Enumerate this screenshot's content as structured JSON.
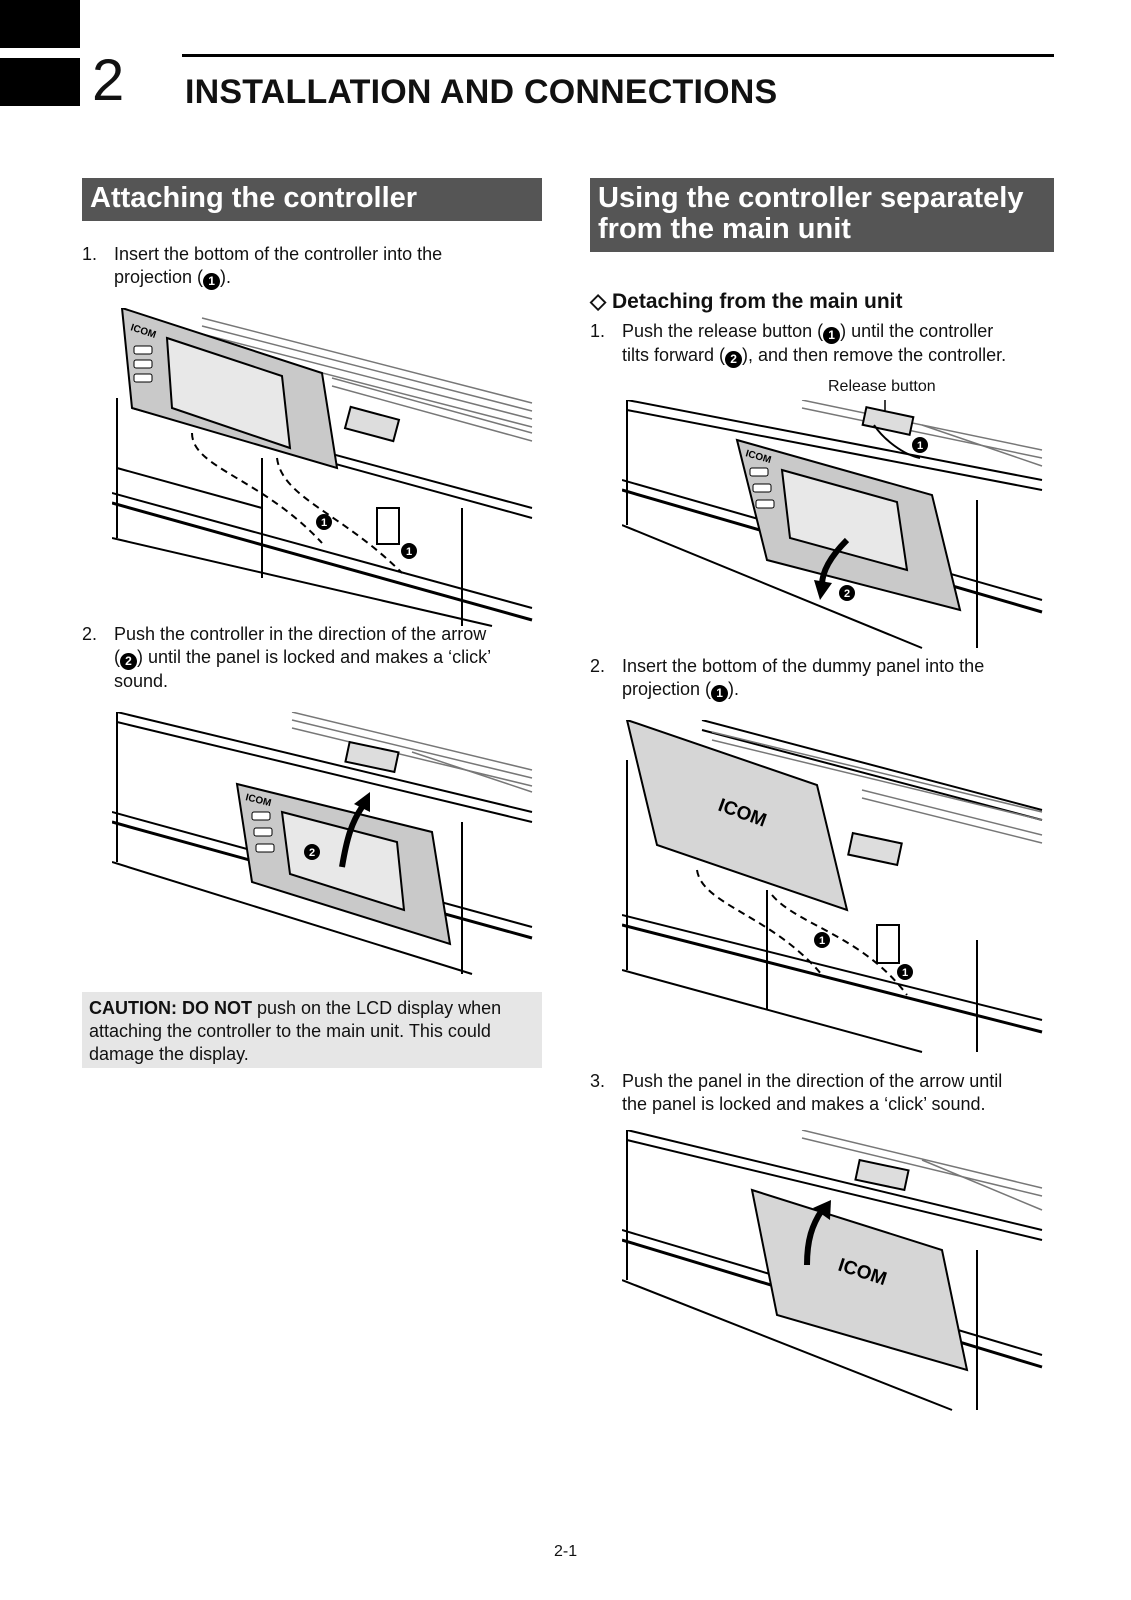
{
  "header": {
    "chapter_number": "2",
    "chapter_title": "INSTALLATION AND CONNECTIONS"
  },
  "left": {
    "heading": "Attaching the controller",
    "step1": {
      "num": "1.",
      "line1": "Insert the bottom of the controller into the",
      "line2a": "projection (",
      "line2b": ")."
    },
    "step2": {
      "num": "2.",
      "line1": "Push the controller in the direction of the arrow",
      "line2a": "(",
      "line2b": ") until the panel is locked and makes a ‘click’",
      "line3": "sound."
    },
    "caution": {
      "label": "CAUTION: DO NOT",
      "line1": " push on the LCD display when",
      "line2": "attaching the controller to the main unit. This could",
      "line3": "damage the display."
    }
  },
  "right": {
    "heading_line1": "Using the controller separately",
    "heading_line2": "from the main unit",
    "subheading": "Detaching from the main unit",
    "step1": {
      "num": "1.",
      "line1a": "Push the release button (",
      "line1b": ") until the controller",
      "line2a": "tilts forward (",
      "line2b": "), and then remove the controller."
    },
    "release_caption": "Release button",
    "step2": {
      "num": "2.",
      "line1": "Insert the bottom of the dummy panel into the",
      "line2a": "projection (",
      "line2b": ")."
    },
    "step3": {
      "num": "3.",
      "line1": "Push the panel in the direction of the arrow until",
      "line2": "the panel is locked and makes a ‘click’ sound."
    }
  },
  "markers": {
    "one": "1",
    "two": "2"
  },
  "logo_text": "ICOM",
  "footer": {
    "page_number": "2-1"
  },
  "colors": {
    "heading_bg": "#555555",
    "caution_bg": "#e6e6e6",
    "panel_gray": "#c9c9c9"
  }
}
